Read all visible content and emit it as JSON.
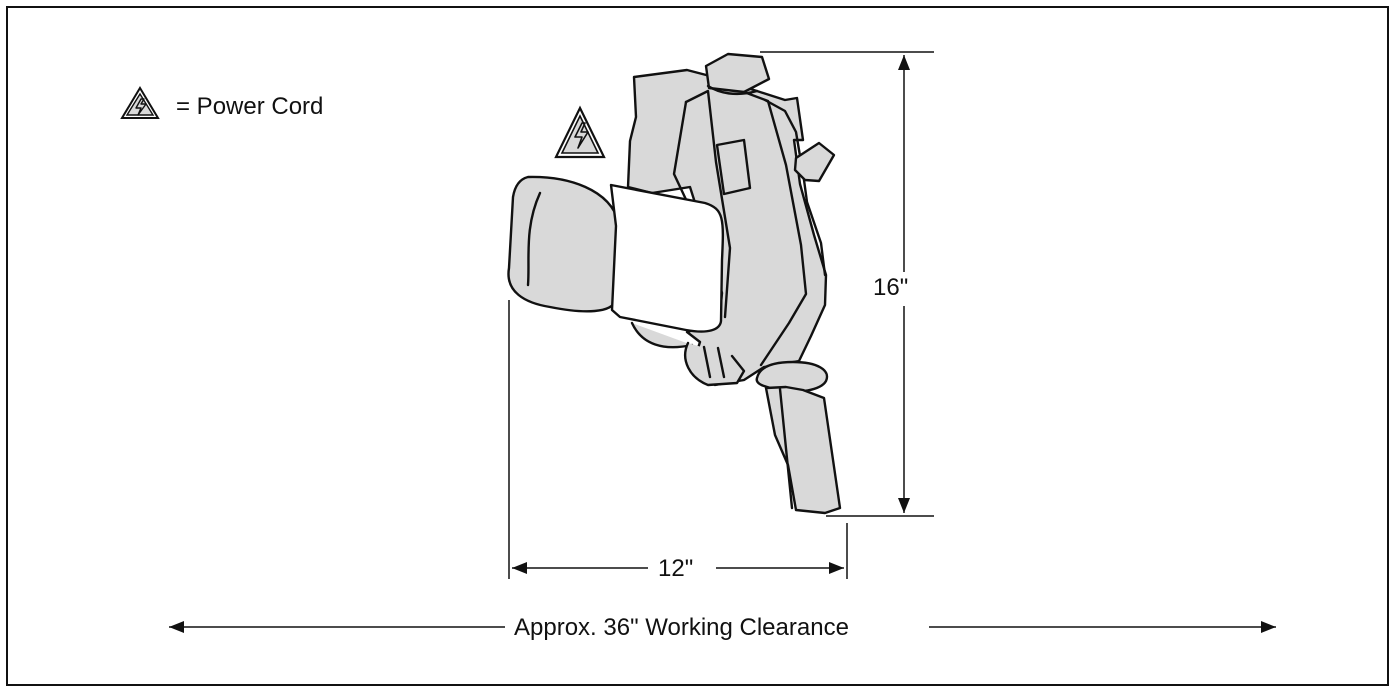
{
  "legend": {
    "symbol": "warning-triangle-icon",
    "text": "= Power Cord"
  },
  "dimensions": {
    "height": "16\"",
    "width": "12\"",
    "clearance": "Approx. 36\" Working Clearance"
  },
  "colors": {
    "tool_fill": "#d9d9d9",
    "line": "#111111",
    "background": "#ffffff"
  }
}
